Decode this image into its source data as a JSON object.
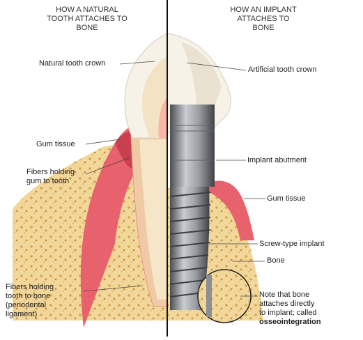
{
  "headings": {
    "left": [
      "HOW A NATURAL",
      "TOOTH ATTACHES TO",
      "BONE"
    ],
    "right": [
      "HOW AN IMPLANT",
      "ATTACHES TO",
      "BONE"
    ]
  },
  "labels": {
    "natural_crown": "Natural tooth crown",
    "gum_left": "Gum tissue",
    "fibers_gum": [
      "Fibers holding",
      "gum to tooth"
    ],
    "fibers_bone": [
      "Fibers holding",
      "tooth to bone",
      "(periodontal",
      "ligament)"
    ],
    "artificial_crown": "Artificial tooth crown",
    "abutment": "Implant abutment",
    "gum_right": "Gum tissue",
    "screw": "Screw-type implant",
    "bone": "Bone",
    "note": [
      "Note that bone",
      "attaches directly",
      "to implant; called"
    ],
    "osseo": "osseointegration"
  },
  "colors": {
    "bone": "#f2d79a",
    "bone_spot": "#d9a24e",
    "gum": "#e8626e",
    "enamel": "#f6f2e8",
    "dentin": "#f3e3c4",
    "metal": "#8c8f94"
  }
}
